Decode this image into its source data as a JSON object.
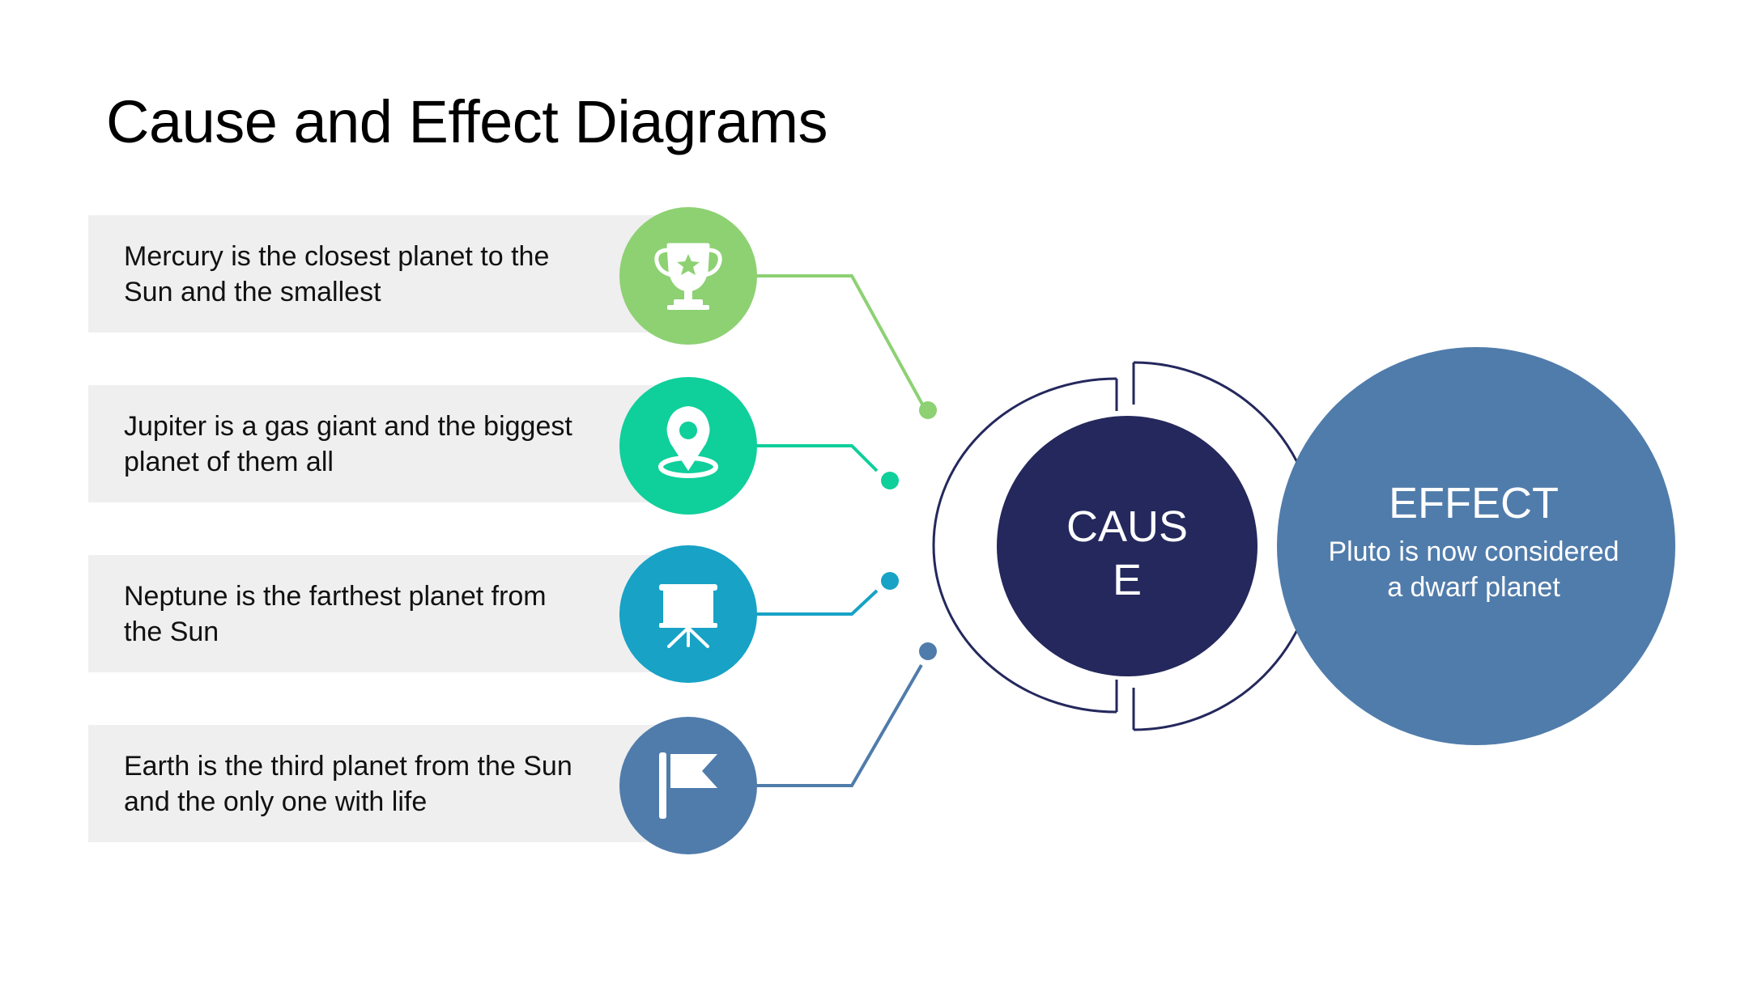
{
  "title": "Cause and Effect Diagrams",
  "causes": [
    {
      "text": "Mercury is the closest planet to the Sun and the smallest",
      "icon": "trophy-icon",
      "color": "#8dd173"
    },
    {
      "text": "Jupiter is a gas giant and the biggest planet of them all",
      "icon": "map-pin-icon",
      "color": "#0fcf9b"
    },
    {
      "text": "Neptune is the farthest planet from the Sun",
      "icon": "presentation-board-icon",
      "color": "#17a2c6"
    },
    {
      "text": "Earth is the third planet from the Sun and the only one with life",
      "icon": "flag-icon",
      "color": "#507cab"
    }
  ],
  "cause_circle": {
    "label": "CAUSE",
    "color": "#24285c"
  },
  "effect_circle": {
    "title": "EFFECT",
    "description": "Pluto is now considered a dwarf planet",
    "color": "#507cab"
  }
}
